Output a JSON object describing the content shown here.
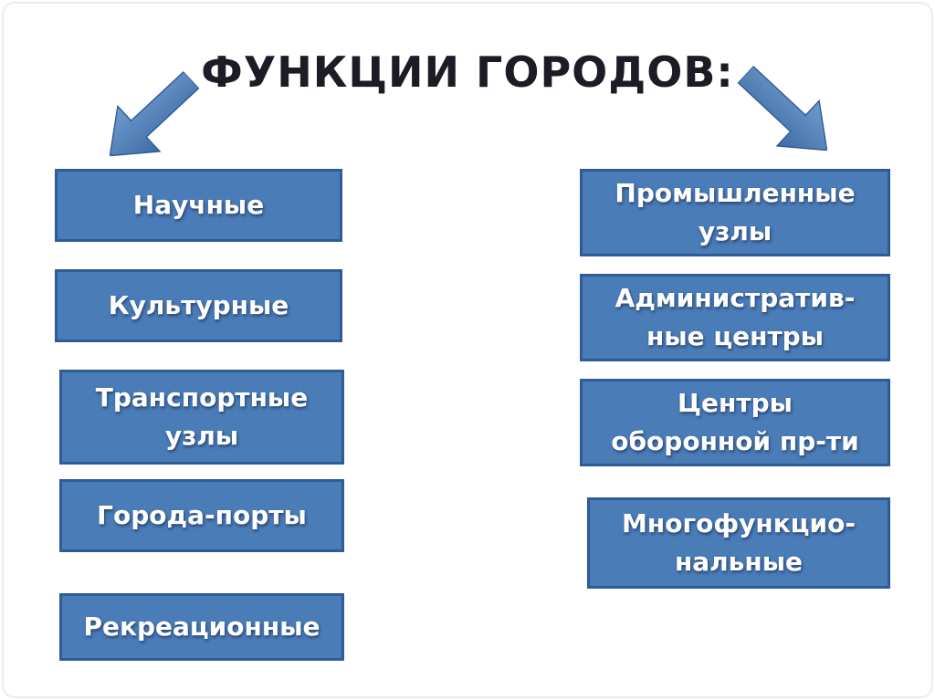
{
  "title": "ФУНКЦИИ  ГОРОДОВ:",
  "colors": {
    "box_fill": "#4a7cb8",
    "box_border": "#2d5c97",
    "box_text": "#ffffff",
    "title_text": "#1c1c26",
    "arrow_fill": "#4a7cb8"
  },
  "columns": {
    "left": {
      "items": [
        {
          "lines": [
            "Научные"
          ]
        },
        {
          "lines": [
            "Культурные"
          ]
        },
        {
          "lines": [
            "Транспортные",
            "узлы"
          ]
        },
        {
          "lines": [
            "Города-порты"
          ]
        },
        {
          "lines": [
            "Рекреационные"
          ]
        }
      ]
    },
    "right": {
      "items": [
        {
          "lines": [
            "Промышленные",
            "узлы"
          ]
        },
        {
          "lines": [
            "Административ-",
            "ные  центры"
          ]
        },
        {
          "lines": [
            "Центры",
            "оборонной пр-ти"
          ]
        },
        {
          "lines": [
            "Многофункцио-",
            "нальные"
          ]
        }
      ]
    }
  },
  "icons": {
    "left_arrow": "arrow-down-left",
    "right_arrow": "arrow-down-right"
  }
}
